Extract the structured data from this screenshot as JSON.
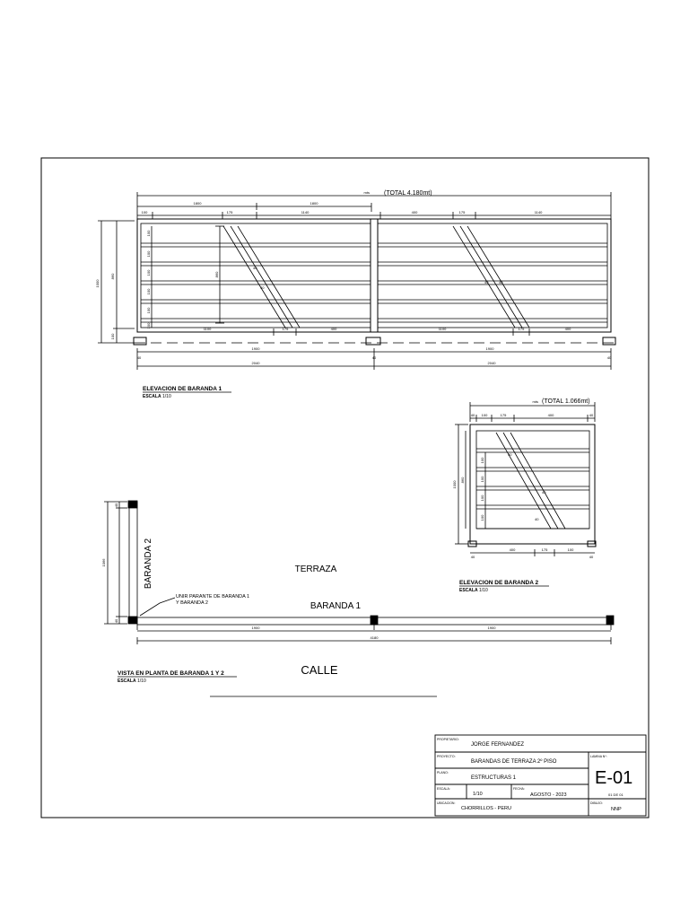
{
  "baranda1": {
    "title": "ELEVACION DE BARANDA 1",
    "scale_label": "ESCALA",
    "scale": "1/10",
    "total_prefix": "mts",
    "total": "(TOTAL 4.180mt)",
    "dims": {
      "top_a": "1800",
      "top_b": "1800",
      "sub_1": "100",
      "sub_2": "175",
      "sub_3": "1140",
      "sub_4": "400",
      "sub_5": "175",
      "sub_6": "1140",
      "left_total": "1000",
      "left_inner": "860",
      "left_base": "100",
      "gap_1": "100",
      "gap_2": "100",
      "gap_3": "100",
      "gap_4": "100",
      "gap_5": "100",
      "gap_6": "100",
      "inner_h": "860",
      "base_1": "1100",
      "base_2": "175",
      "base_3": "400",
      "base_4": "1100",
      "base_5": "175",
      "base_6": "400",
      "span_1": "1900",
      "span_2": "1900",
      "post_1": "40",
      "post_2": "40",
      "post_3": "40",
      "bottom_1": "2040",
      "bottom_2": "2040",
      "diag_1": "40",
      "diag_2": "40",
      "diag_3": "40",
      "diag_4": "40"
    }
  },
  "baranda2": {
    "title": "ELEVACION DE BARANDA 2",
    "scale_label": "ESCALA",
    "scale": "1/10",
    "total_prefix": "mts",
    "total": "(TOTAL 1.066mt)",
    "dims": {
      "top_1": "40",
      "top_2": "100",
      "top_3": "175",
      "top_4": "400",
      "top_5": "40",
      "left_total": "1000",
      "left_inner": "860",
      "gap_1": "100",
      "gap_2": "100",
      "gap_3": "100",
      "gap_4": "100",
      "base_1": "400",
      "base_2": "175",
      "base_3": "100",
      "post_1": "40",
      "post_2": "40",
      "diag_1": "40",
      "diag_2": "40",
      "diag_3": "40"
    }
  },
  "plan": {
    "title": "VISTA EN PLANTA DE BARANDA 1 Y 2",
    "scale_label": "ESCALA",
    "scale": "1/10",
    "terraza": "TERRAZA",
    "calle": "CALLE",
    "baranda1_label": "BARANDA 1",
    "baranda2_label": "BARANDA 2",
    "note_line1": "UNIR PARANTE DE BARANDA 1",
    "note_line2": "Y BARANDA 2",
    "dims": {
      "v_total": "1066",
      "v_a": "40",
      "v_b": "40",
      "h_1": "1900",
      "h_2": "1900",
      "h_total": "4180"
    }
  },
  "title_block": {
    "propietario_label": "PROPIETARIO:",
    "propietario": "JORGE FERNANDEZ",
    "proyecto_label": "PROYECTO:",
    "proyecto": "BARANDAS DE TERRAZA 2º PISO",
    "plano_label": "PLANO:",
    "plano": "ESTRUCTURAS 1",
    "escala_label": "ESCALA:",
    "escala": "1/10",
    "fecha_label": "FECHA:",
    "fecha": "AGOSTO - 2023",
    "ubicacion_label": "UBICACION:",
    "ubicacion": "CHORRILLOS - PERU",
    "lamina_label": "LAMINA Nº:",
    "lamina": "E-01",
    "lamina_sub": "01 DE 01",
    "dibujo_label": "DIBUJO:",
    "dibujo": "NNP"
  },
  "colors": {
    "ink": "#000000",
    "paper": "#ffffff"
  }
}
